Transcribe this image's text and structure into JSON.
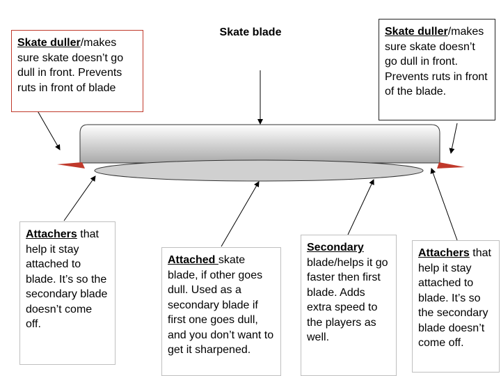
{
  "title": "Skate blade",
  "colors": {
    "duller_red": "#c0392b",
    "blade_fill_top": "#ffffff",
    "blade_fill_bottom": "#a9a9a9",
    "secondary_blade": "#d0d0d0",
    "duller_box_border": "#c0392b"
  },
  "labels": {
    "duller_left": {
      "highlight": "Skate duller",
      "text": "/makes sure skate doesn’t go dull in front. Prevents ruts in front of blade"
    },
    "duller_right": {
      "highlight": "Skate duller",
      "text": "/makes sure skate doesn’t go dull in front. Prevents ruts in front of the blade."
    },
    "attachers_left": {
      "highlight": "Attachers",
      "text": " that help it stay attached to blade.  It’s so the secondary blade doesn’t come off."
    },
    "attached": {
      "highlight": "Attached ",
      "text": "skate blade, if other goes dull.  Used as a secondary blade if first one goes dull, and you don’t want to get it sharpened."
    },
    "secondary": {
      "highlight": "Secondary",
      "text": " blade/helps it go faster then first blade. Adds extra speed to the players as well."
    },
    "attachers_right": {
      "highlight": "Attachers",
      "text": " that help it stay attached to blade.  It’s so the secondary blade doesn’t come off."
    }
  }
}
